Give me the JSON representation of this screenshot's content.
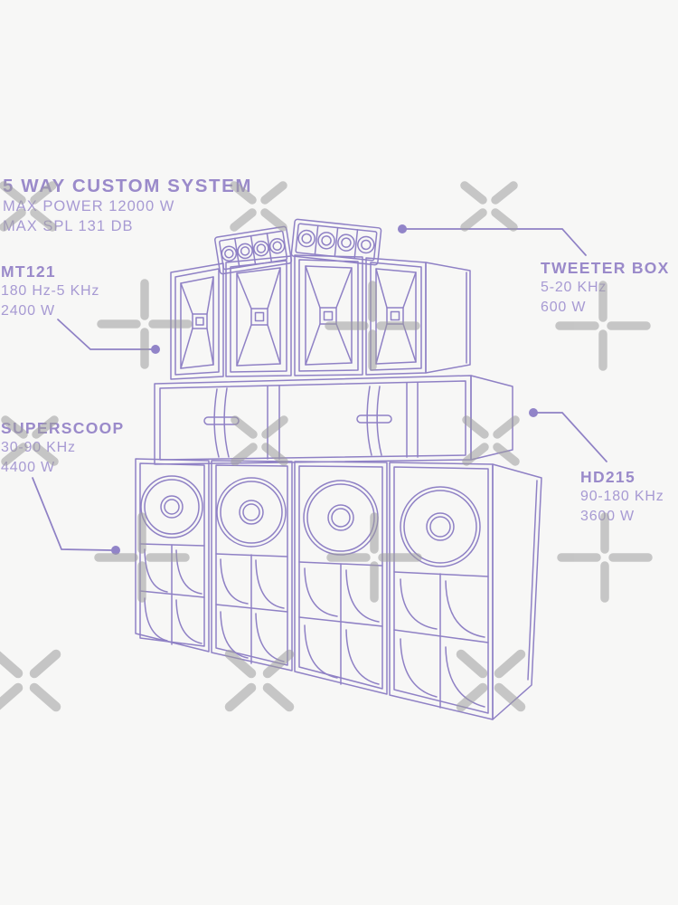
{
  "title": {
    "system_name": "5 WAY CUSTOM SYSTEM",
    "max_power": "MAX POWER 12000 W",
    "max_spl": "MAX SPL 131 DB"
  },
  "labels": {
    "mt121": {
      "name": "MT121",
      "range": "180 Hz-5 KHz",
      "power": "2400 W"
    },
    "tweeter_box": {
      "name": "TWEETER BOX",
      "range": "5-20 KHz",
      "power": "600 W"
    },
    "superscoop": {
      "name": "SUPERSCOOP",
      "range": "30-90 KHz",
      "power": "4400 W"
    },
    "hd215": {
      "name": "HD215",
      "range": "90-180 KHz",
      "power": "3600 W"
    }
  },
  "colors": {
    "background": "#f7f7f6",
    "line_art": "#8f81c5",
    "heading_text": "#9a8aca",
    "body_text": "#a79ad3",
    "watermark_gray": "#9e9e9e"
  },
  "icons": {
    "watermark_marks": [
      "x-cross",
      "plus"
    ]
  },
  "illustration": {
    "subject": "outline drawing of a stacked sound system: tweeter array, four mid-high horn cabinets, mid-bass bins, four scoop bass cabinets with round woofers"
  }
}
